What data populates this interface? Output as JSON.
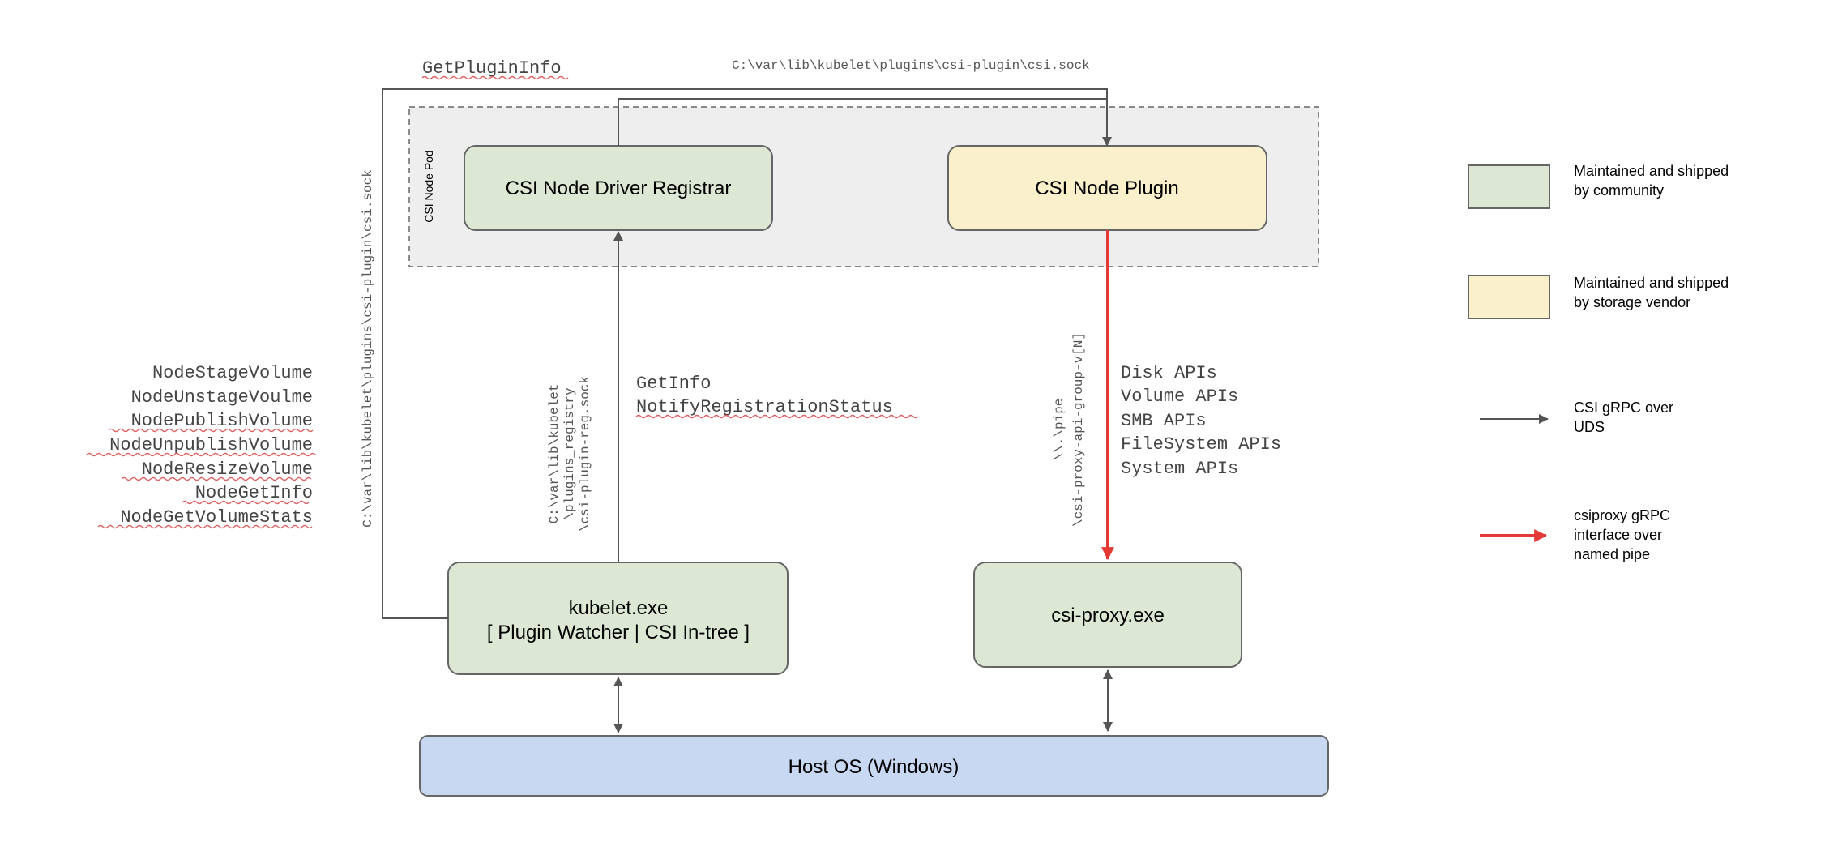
{
  "colors": {
    "community": "#dce8d4",
    "vendor": "#fbf0cc",
    "host": "#c9d8f2",
    "pod_bg": "#eeeeee",
    "border": "#666666",
    "arrow_gray": "#555555",
    "arrow_red": "#e53935"
  },
  "pod": {
    "label": "CSI Node Pod"
  },
  "boxes": {
    "registrar": "CSI Node Driver Registrar",
    "plugin": "CSI Node Plugin",
    "kubelet_line1": "kubelet.exe",
    "kubelet_line2": "[ Plugin Watcher | CSI In-tree ]",
    "csiproxy": "csi-proxy.exe",
    "host": "Host OS (Windows)"
  },
  "labels": {
    "get_plugin_info": "GetPluginInfo",
    "top_sock_path": "C:\\var\\lib\\kubelet\\plugins\\csi-plugin\\csi.sock",
    "left_sock_path": "C:\\var\\lib\\kubelet\\plugins\\csi-plugin\\csi.sock",
    "reg_path": [
      "C:\\var\\lib\\kubelet",
      "\\plugins_registry",
      "\\csi-plugin-reg.sock"
    ],
    "registration_calls": [
      "GetInfo",
      "NotifyRegistrationStatus"
    ],
    "pipe_path": [
      "\\\\.\\pipe",
      "\\csi-proxy-api-group-v[N]"
    ],
    "proxy_apis": [
      "Disk APIs",
      "Volume APIs",
      "SMB APIs",
      "FileSystem APIs",
      "System APIs"
    ],
    "node_calls": [
      "NodeStageVolume",
      "NodeUnstageVoulme",
      "NodePublishVolume",
      "NodeUnpublishVolume",
      "NodeResizeVolume",
      "NodeGetInfo",
      "NodeGetVolumeStats"
    ]
  },
  "legend": {
    "community": [
      "Maintained and shipped",
      "by community"
    ],
    "vendor": [
      "Maintained and shipped",
      "by storage vendor"
    ],
    "grpc_uds": [
      "CSI gRPC over",
      "UDS"
    ],
    "csiproxy_pipe": [
      "csiproxy gRPC",
      "interface over",
      "named pipe"
    ]
  }
}
